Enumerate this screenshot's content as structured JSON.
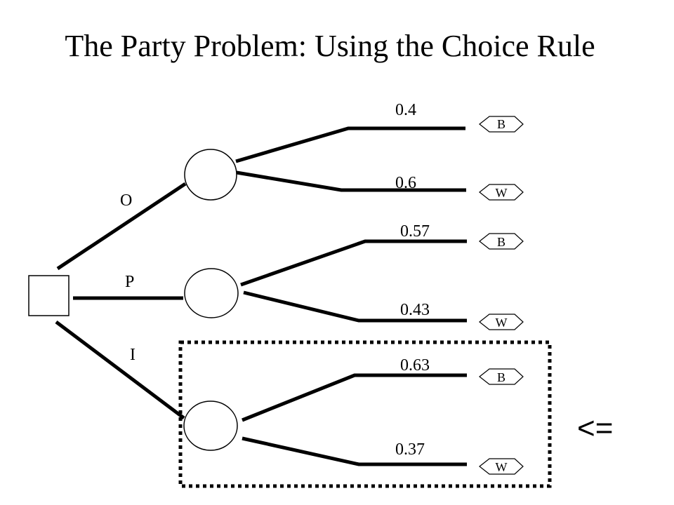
{
  "title": "The Party Problem: Using the Choice Rule",
  "decision": {
    "alternatives": [
      {
        "label": "O",
        "outcomes": [
          {
            "prob": "0.4",
            "leaf": "B"
          },
          {
            "prob": "0.6",
            "leaf": "W"
          }
        ]
      },
      {
        "label": "P",
        "outcomes": [
          {
            "prob": "0.57",
            "leaf": "B"
          },
          {
            "prob": "0.43",
            "leaf": "W"
          }
        ]
      },
      {
        "label": "I",
        "outcomes": [
          {
            "prob": "0.63",
            "leaf": "B"
          },
          {
            "prob": "0.37",
            "leaf": "W"
          }
        ]
      }
    ]
  },
  "choice_marker": "<="
}
